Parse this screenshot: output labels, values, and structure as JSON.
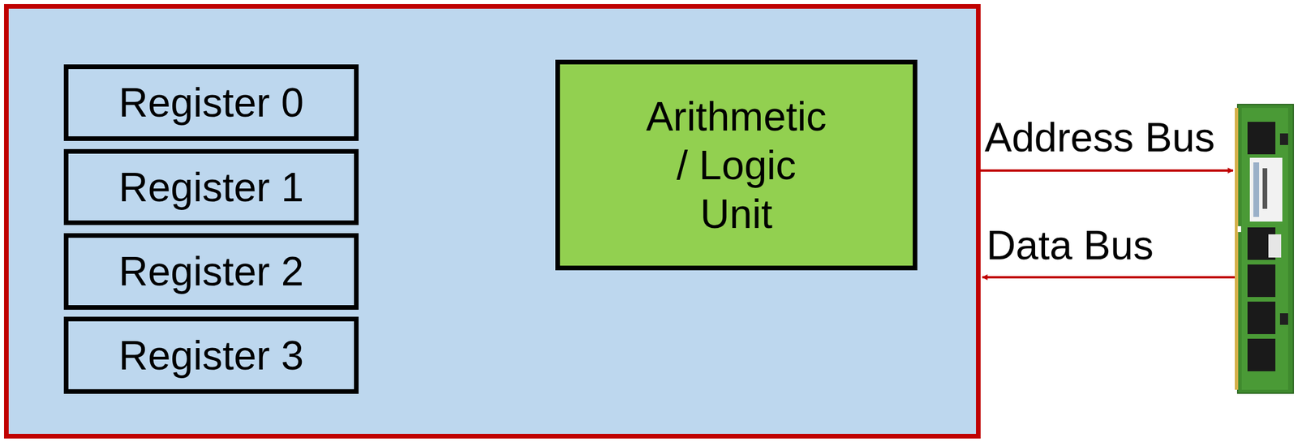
{
  "diagram": {
    "nodes": [
      {
        "text": [
          "Register 0"
        ]
      },
      {
        "text": [
          "Register 1"
        ]
      },
      {
        "text": [
          "Register 2"
        ]
      },
      {
        "text": [
          "Register 3"
        ]
      },
      {
        "text": [
          "Arithmetic / Logic Unit"
        ]
      }
    ],
    "labels": [
      "Address Bus",
      "Data Bus"
    ]
  }
}
